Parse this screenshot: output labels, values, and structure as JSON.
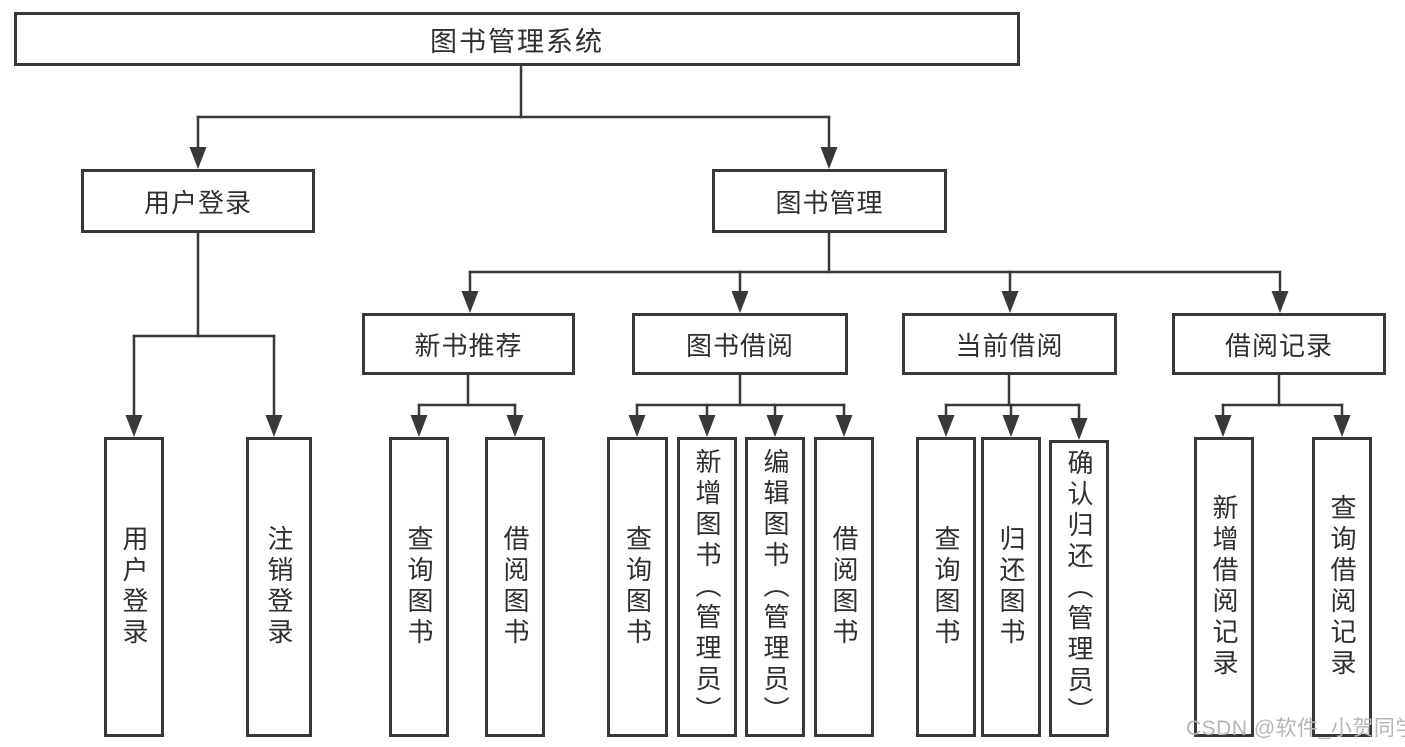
{
  "colors": {
    "background": "#ffffff",
    "line": "#383838",
    "box_border": "#383838",
    "text": "#2f2f2f",
    "watermark": "#b5b5b5"
  },
  "tree": {
    "root": {
      "label": "图书管理系统"
    },
    "children": [
      {
        "label": "用户登录",
        "children": [
          {
            "label": "用户登录"
          },
          {
            "label": "注销登录"
          }
        ]
      },
      {
        "label": "图书管理",
        "children": [
          {
            "label": "新书推荐",
            "children": [
              {
                "label": "查询图书"
              },
              {
                "label": "借阅图书"
              }
            ]
          },
          {
            "label": "图书借阅",
            "children": [
              {
                "label": "查询图书"
              },
              {
                "label": "新增图书（管理员）"
              },
              {
                "label": "编辑图书（管理员）"
              },
              {
                "label": "借阅图书"
              }
            ]
          },
          {
            "label": "当前借阅",
            "children": [
              {
                "label": "查询图书"
              },
              {
                "label": "归还图书"
              },
              {
                "label": "确认归还（管理员）"
              }
            ]
          },
          {
            "label": "借阅记录",
            "children": [
              {
                "label": "新增借阅记录"
              },
              {
                "label": "查询借阅记录"
              }
            ]
          }
        ]
      }
    ]
  },
  "watermark": {
    "text": "CSDN @软件_小贺同学"
  }
}
